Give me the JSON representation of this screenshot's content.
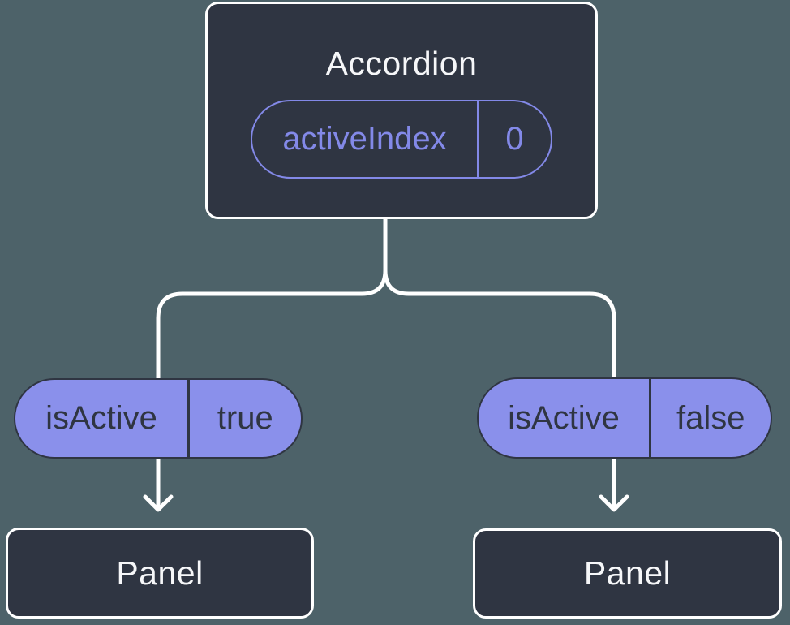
{
  "diagram": {
    "type": "component-state-tree",
    "colors": {
      "background": "#4D6269",
      "node_fill": "#2F3542",
      "node_border": "#FFFFFF",
      "pill_fill": "#8A90EB",
      "pill_dark_text": "#2F3542",
      "accent_purple": "#8389E8",
      "connector": "#FFFFFF"
    },
    "root": {
      "title": "Accordion",
      "prop": {
        "name": "activeIndex",
        "value": "0"
      }
    },
    "children": [
      {
        "prop": {
          "name": "isActive",
          "value": "true"
        },
        "node": {
          "title": "Panel"
        }
      },
      {
        "prop": {
          "name": "isActive",
          "value": "false"
        },
        "node": {
          "title": "Panel"
        }
      }
    ]
  }
}
